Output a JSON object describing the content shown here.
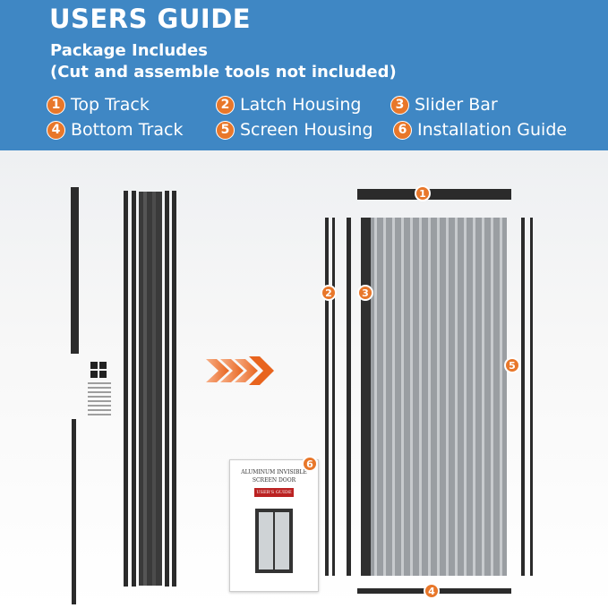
{
  "header": {
    "title": "USERS GUIDE",
    "package_line1": "Package Includes",
    "package_line2": "(Cut and assemble tools not included)"
  },
  "items": [
    {
      "num": "1",
      "label": "Top Track"
    },
    {
      "num": "2",
      "label": "Latch Housing"
    },
    {
      "num": "3",
      "label": "Slider Bar"
    },
    {
      "num": "4",
      "label": "Bottom Track"
    },
    {
      "num": "5",
      "label": "Screen Housing"
    },
    {
      "num": "6",
      "label": "Installation Guide"
    }
  ],
  "guide_booklet": {
    "line1": "ALUMINUM INVISIBLE",
    "line2": "SCREEN DOOR",
    "tag": "USER'S GUIDE"
  },
  "colors": {
    "header_bg": "#3f87c4",
    "badge": "#e8772a",
    "frame": "#2b2b2b",
    "mesh": "#9a9ea2"
  }
}
